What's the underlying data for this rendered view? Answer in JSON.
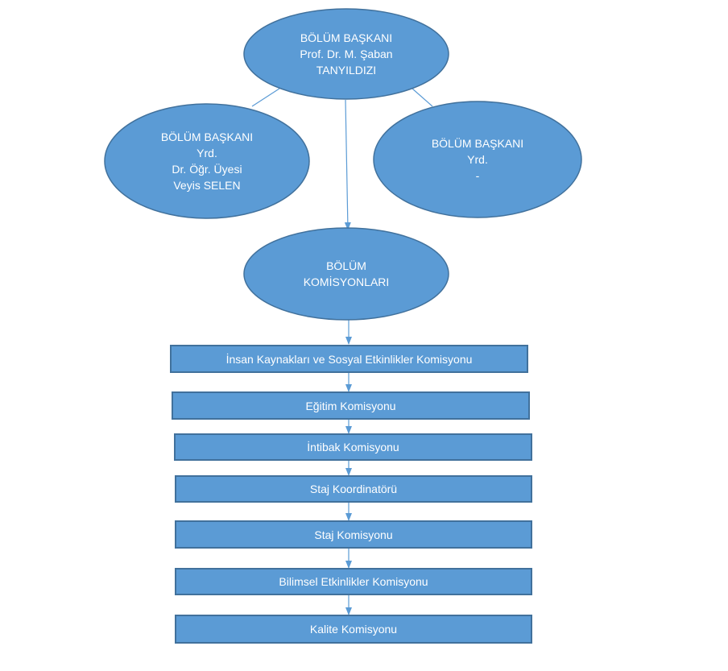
{
  "colors": {
    "fill": "#5b9bd5",
    "stroke": "#41719c",
    "connector": "#5b9bd5",
    "text": "#ffffff"
  },
  "head": {
    "lines": [
      "BÖLÜM BAŞKANI",
      "Prof. Dr. M. Şaban",
      "TANYILDIZI"
    ]
  },
  "deputy_left": {
    "lines": [
      "BÖLÜM BAŞKANI",
      "Yrd.",
      "Dr. Öğr. Üyesi",
      "Veyis SELEN"
    ]
  },
  "deputy_right": {
    "lines": [
      "BÖLÜM BAŞKANI",
      "Yrd.",
      "-"
    ]
  },
  "committees_node": {
    "lines": [
      "BÖLÜM",
      "KOMİSYONLARI"
    ]
  },
  "committees": [
    "İnsan Kaynakları ve Sosyal Etkinlikler Komisyonu",
    "Eğitim Komisyonu",
    "İntibak Komisyonu",
    "Staj Koordinatörü",
    "Staj Komisyonu",
    "Bilimsel Etkinlikler Komisyonu",
    "Kalite Komisyonu"
  ]
}
